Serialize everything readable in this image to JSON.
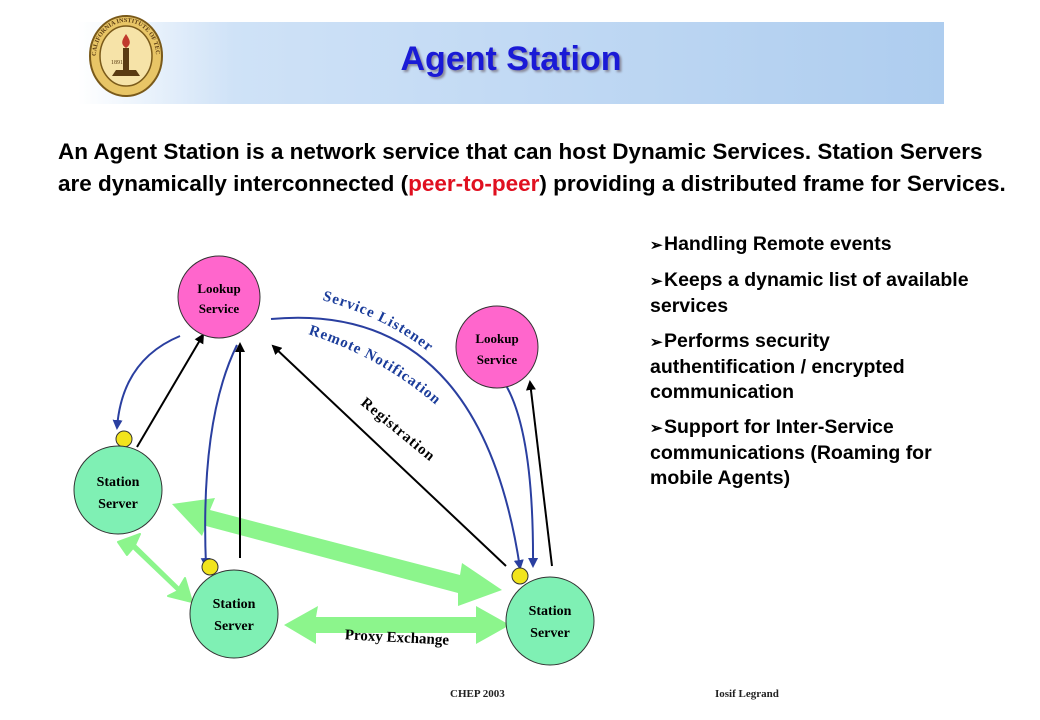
{
  "title": "Agent Station",
  "logo_text": {
    "top": "CALIFORNIA INSTITUTE OF TECHNOLOGY",
    "year": "1891"
  },
  "intro": {
    "part1": "An Agent Station is a network service that can host Dynamic Services. Station Servers are dynamically interconnected (",
    "highlight": "peer-to-peer",
    "part2": ") providing a distributed frame for Services."
  },
  "bullets": [
    "Handling Remote events",
    "Keeps a dynamic list of available services",
    "Performs security authentification / encrypted communication",
    "Support for Inter-Service communications (Roaming for mobile Agents)"
  ],
  "diagram": {
    "lookup_service_1": [
      "Lookup",
      "Service"
    ],
    "lookup_service_2": [
      "Lookup",
      "Service"
    ],
    "station_server_1": [
      "Station",
      "Server"
    ],
    "station_server_2": [
      "Station",
      "Server"
    ],
    "station_server_3": [
      "Station",
      "Server"
    ],
    "service_listener": "Service Listener",
    "remote_notification": "Remote Notification",
    "registration": "Registration",
    "proxy_exchange": "Proxy Exchange",
    "colors": {
      "lookup_fill": "#ff66cc",
      "station_fill": "#7ff0b4",
      "blue_arrow": "#2a3fa0",
      "green_arrow": "#8cf58c",
      "label_blue": "#1a3c9a",
      "knob": "#f2e41c"
    }
  },
  "footer": {
    "left": "CHEP 2003",
    "right": "Iosif Legrand"
  }
}
